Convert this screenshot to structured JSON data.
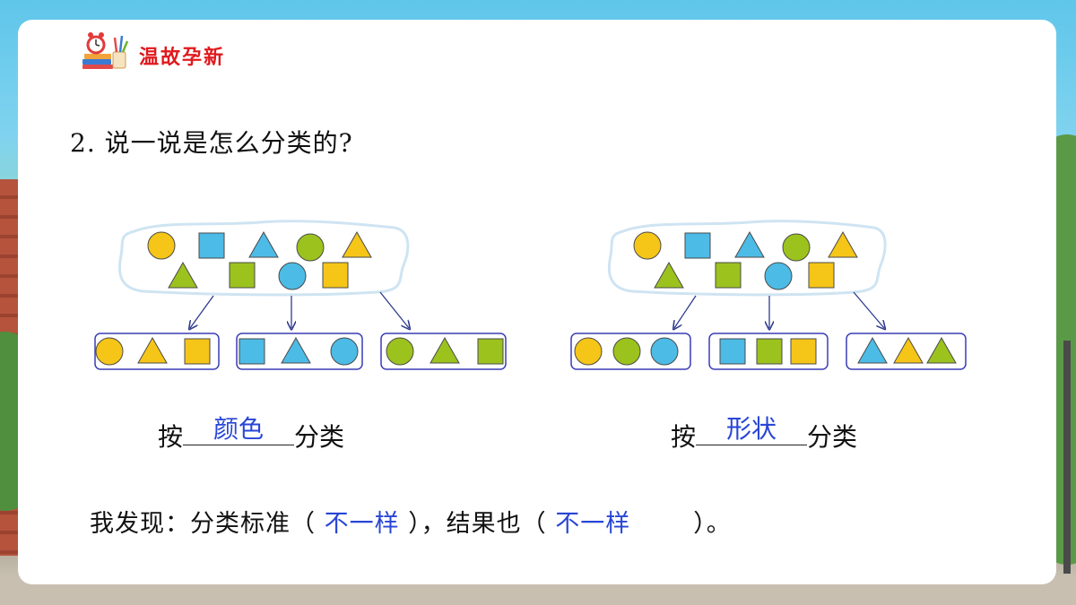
{
  "section_title": "温故孕新",
  "question": "2. 说一说是怎么分类的?",
  "colors": {
    "yellow": "#f5c518",
    "blue": "#4cbbe6",
    "green": "#9cc21e",
    "answer_blue": "#2846d6",
    "title_red": "#e0191d",
    "group_border": "#3a3db6",
    "cloud_border": "#cfe4f2"
  },
  "left_diagram": {
    "pool": [
      "yellow-circle",
      "blue-square",
      "blue-triangle",
      "green-circle",
      "yellow-triangle",
      "green-triangle",
      "green-square",
      "blue-circle",
      "yellow-square"
    ],
    "groups": [
      [
        "yellow-circle",
        "yellow-triangle",
        "yellow-square"
      ],
      [
        "blue-square",
        "blue-triangle",
        "blue-circle"
      ],
      [
        "green-circle",
        "green-triangle",
        "green-square"
      ]
    ],
    "caption_prefix": "按",
    "answer": "颜色",
    "caption_suffix": "分类"
  },
  "right_diagram": {
    "pool": [
      "yellow-circle",
      "blue-square",
      "blue-triangle",
      "green-circle",
      "yellow-triangle",
      "green-triangle",
      "green-square",
      "blue-circle",
      "yellow-square"
    ],
    "groups": [
      [
        "yellow-circle",
        "green-circle",
        "blue-circle"
      ],
      [
        "blue-square",
        "green-square",
        "yellow-square"
      ],
      [
        "blue-triangle",
        "yellow-triangle",
        "green-triangle"
      ]
    ],
    "caption_prefix": "按",
    "answer": "形状",
    "caption_suffix": "分类"
  },
  "finding": {
    "part1": "我发现：分类标准（",
    "answer1": "不一样",
    "part2": "），结果也（",
    "answer2": "不一样",
    "part3": "）。"
  }
}
